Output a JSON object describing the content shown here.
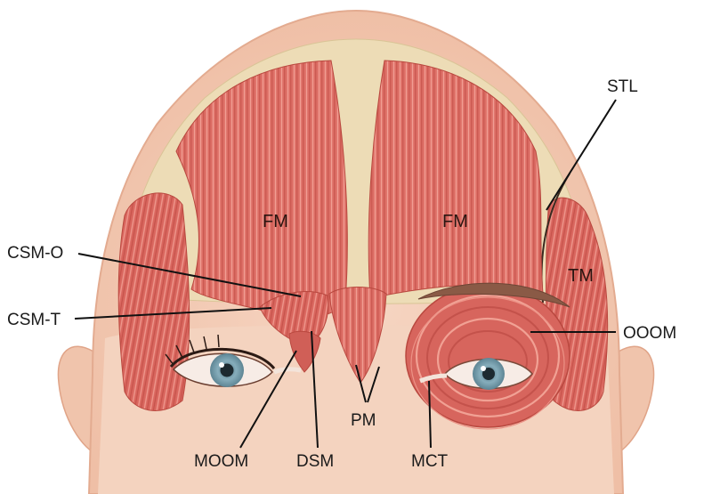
{
  "labels": {
    "fm_left": "FM",
    "fm_right": "FM",
    "stl": "STL",
    "tm": "TM",
    "csm_o": "CSM-O",
    "csm_t": "CSM-T",
    "ooom": "OOOM",
    "pm": "PM",
    "moom": "MOOM",
    "dsm": "DSM",
    "mct": "MCT"
  },
  "colors": {
    "skin": "#f3c9b3",
    "skin_edge": "#e0a488",
    "fascia": "#ecdcb4",
    "muscle": "#dd6f66",
    "muscle_dark": "#c9544d",
    "muscle_light": "#ee9c90",
    "iris": "#7fa6b4",
    "brow": "#8a5a46"
  }
}
